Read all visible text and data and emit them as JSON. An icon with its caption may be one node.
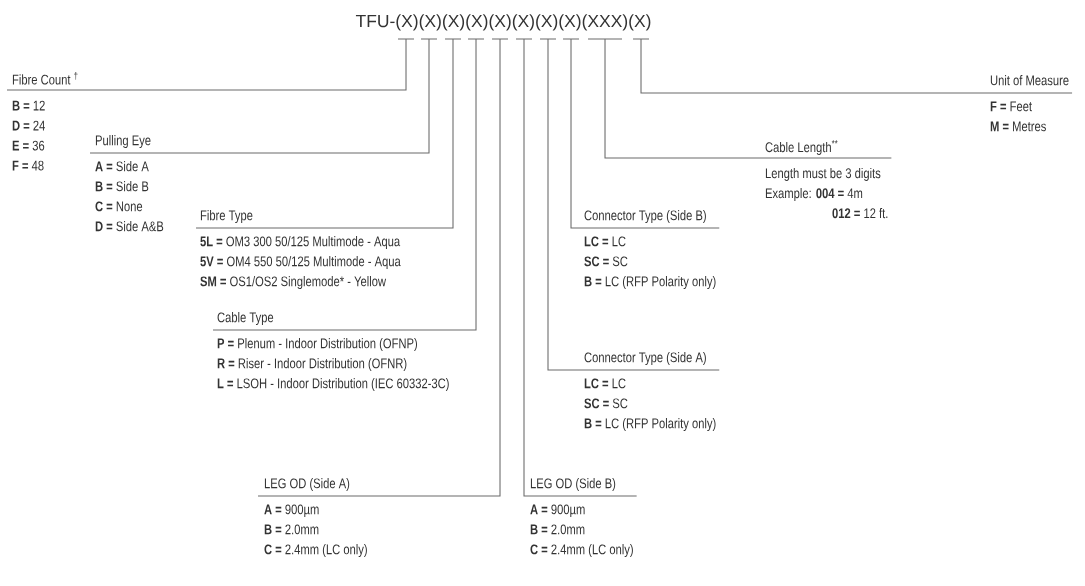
{
  "diagram": {
    "nodes": [
      {
        "text": [
          "TFU-(X)(X)(X)(X)(X)(X)(X)(X)(XXX)(X)"
        ]
      },
      {
        "text": [
          "Fibre Count $^{†}$",
          "**B =** 12",
          "**D =** 24",
          "**E =** 36",
          "**F =** 48"
        ]
      },
      {
        "text": [
          "Pulling Eye",
          "**A =** Side A",
          "**B =** Side B",
          "**C =** None",
          "**D =** Side A&B"
        ]
      },
      {
        "text": [
          "Fibre Type",
          "**5L =** OM3 300 50/125 Multimode - Aqua",
          "**5V =** OM4 550 50/125 Multimode - Aqua",
          "**SM =** OS1/OS2 Singlemode* - Yellow"
        ]
      },
      {
        "text": [
          "Cable Type",
          "**P =** Plenum - Indoor Distribution (OFNP)",
          "**R =** Riser - Indoor Distribution (OFNR)",
          "**L =** LSOH - Indoor Distribution (IEC 60332-3C)"
        ]
      },
      {
        "text": [
          "LEG OD (Side A)",
          "**A =** 900µm",
          "**B =** 2.0mm",
          "**C =** 2.4mm (LC only)"
        ]
      },
      {
        "text": [
          "LEG OD (Side B)",
          "**A =** 900µm",
          "**B =** 2.0mm",
          "**C =** 2.4mm (LC only)"
        ]
      },
      {
        "text": [
          "Connector Type (Side A)",
          "**LC =** LC",
          "**SC =** SC",
          "**B =** LC (RFP Polarity only)"
        ]
      },
      {
        "text": [
          "Connector Type (Side B)",
          "**LC =** LC",
          "**SC =** SC",
          "**B =** LC (RFP Polarity only)"
        ]
      },
      {
        "text": [
          "Cable Length$^{**}$",
          "Length must be 3 digits",
          "Example: **004 =** 4m",
          "**012 =** 12 ft."
        ]
      },
      {
        "text": [
          "Unit of Measure",
          "**F =** Feet",
          "**M =** Metres"
        ]
      }
    ],
    "edges": [
      {
        "from": 1,
        "to": 0,
        "arrow": "none"
      },
      {
        "from": 2,
        "to": 0,
        "arrow": "none"
      },
      {
        "from": 3,
        "to": 0,
        "arrow": "none"
      },
      {
        "from": 4,
        "to": 0,
        "arrow": "none"
      },
      {
        "from": 5,
        "to": 0,
        "arrow": "none"
      },
      {
        "from": 6,
        "to": 0,
        "arrow": "none"
      },
      {
        "from": 7,
        "to": 0,
        "arrow": "none"
      },
      {
        "from": 8,
        "to": 0,
        "arrow": "none"
      },
      {
        "from": 9,
        "to": 0,
        "arrow": "none"
      },
      {
        "from": 10,
        "to": 0,
        "arrow": "none"
      }
    ]
  }
}
